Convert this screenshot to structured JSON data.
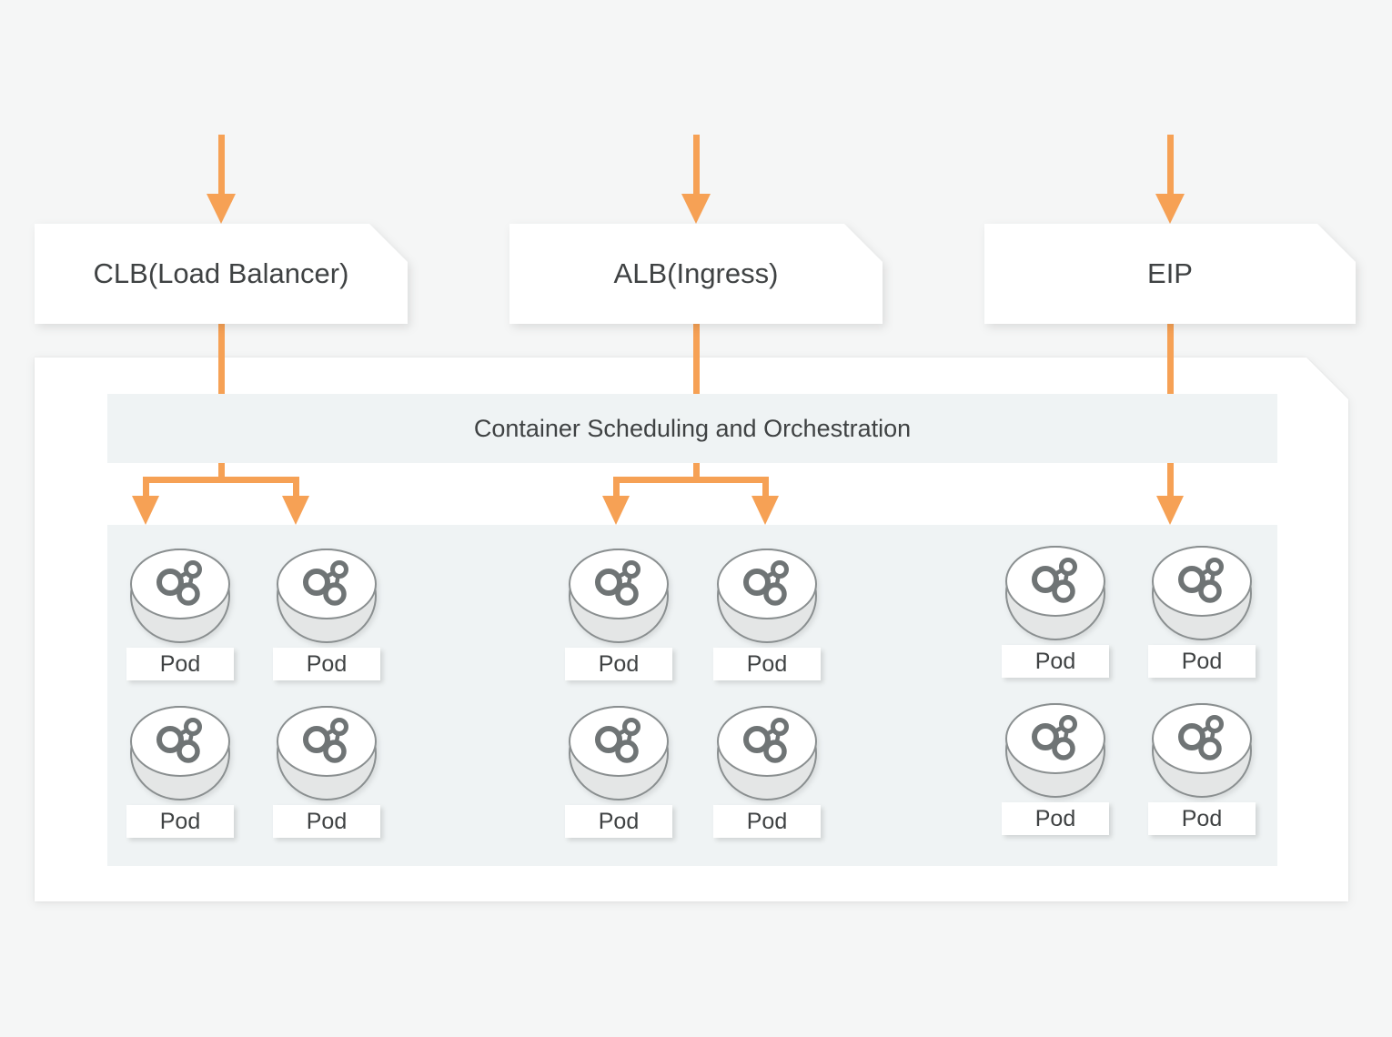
{
  "diagram": {
    "top_nodes": [
      {
        "id": "clb",
        "label": "CLB(Load Balancer)"
      },
      {
        "id": "alb",
        "label": "ALB(Ingress)"
      },
      {
        "id": "eip",
        "label": "EIP"
      }
    ],
    "orchestration_bar": {
      "label": "Container Scheduling and Orchestration"
    },
    "pod_label": "Pod",
    "pod_groups": [
      {
        "name": "clb-pods",
        "pod_count": 4
      },
      {
        "name": "alb-pods",
        "pod_count": 4
      },
      {
        "name": "eip-pods",
        "pod_count": 4
      }
    ],
    "colors": {
      "arrow": "#f6a155",
      "canvas_bg": "#f5f6f6",
      "panel_bg": "#ffffff",
      "band_bg": "#eff3f4",
      "cylinder_side": "#e4e6e6",
      "outline": "#8a8f90",
      "glyph": "#6f7475",
      "text": "#3f4243"
    }
  }
}
